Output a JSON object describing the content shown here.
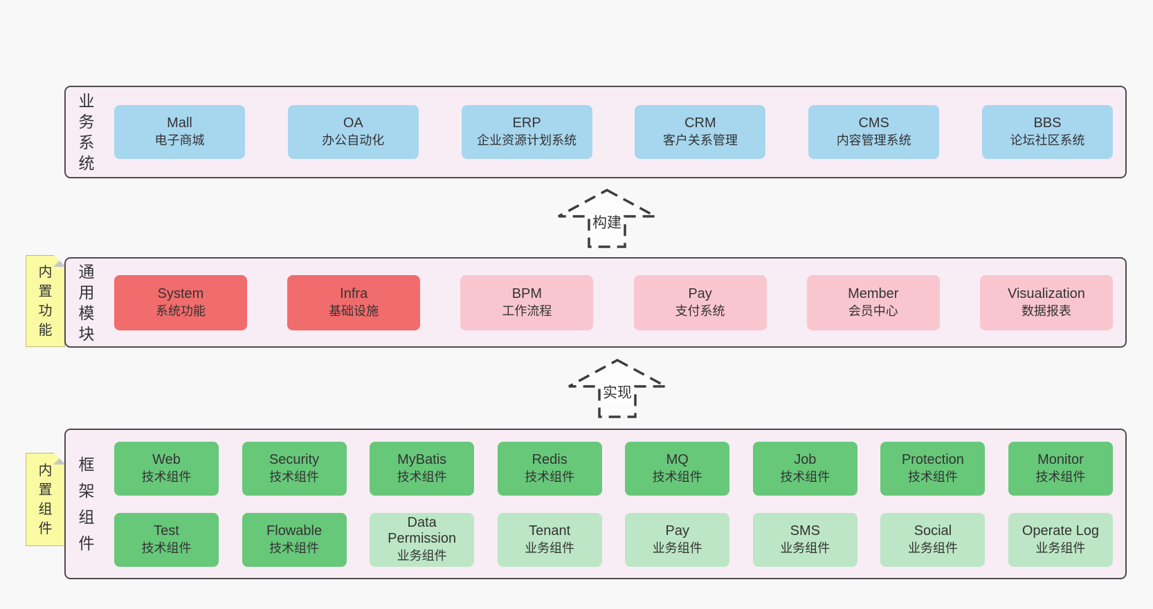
{
  "colors": {
    "page_bg": "#f8f8f8",
    "panel_bg": "#f8edf5",
    "panel_border": "#4b4b4b",
    "blue": "#a7d7ef",
    "red": "#f16c6c",
    "pink": "#f9c6cf",
    "green": "#67c87a",
    "light_green": "#bce6c5",
    "note_bg": "#fafaa3",
    "arrow_fill": "#fcfcfc",
    "arrow_stroke": "#3d3d3d"
  },
  "arrows": [
    {
      "label": "构建"
    },
    {
      "label": "实现"
    }
  ],
  "stickies": [
    {
      "label": "内\n置\n功\n能"
    },
    {
      "label": "内\n置\n组\n件"
    }
  ],
  "sections": {
    "business": {
      "label": "业\n务\n系\n统",
      "boxes": [
        {
          "title": "Mall",
          "subtitle": "电子商城"
        },
        {
          "title": "OA",
          "subtitle": "办公自动化"
        },
        {
          "title": "ERP",
          "subtitle": "企业资源计划系统"
        },
        {
          "title": "CRM",
          "subtitle": "客户关系管理"
        },
        {
          "title": "CMS",
          "subtitle": "内容管理系统"
        },
        {
          "title": "BBS",
          "subtitle": "论坛社区系统"
        }
      ]
    },
    "common": {
      "label": "通\n用\n模\n块",
      "boxes": [
        {
          "title": "System",
          "subtitle": "系统功能"
        },
        {
          "title": "Infra",
          "subtitle": "基础设施"
        },
        {
          "title": "BPM",
          "subtitle": "工作流程"
        },
        {
          "title": "Pay",
          "subtitle": "支付系统"
        },
        {
          "title": "Member",
          "subtitle": "会员中心"
        },
        {
          "title": "Visualization",
          "subtitle": "数据报表"
        }
      ]
    },
    "framework": {
      "label": "框\n架\n组\n件",
      "rows": [
        [
          {
            "title": "Web",
            "subtitle": "技术组件"
          },
          {
            "title": "Security",
            "subtitle": "技术组件"
          },
          {
            "title": "MyBatis",
            "subtitle": "技术组件"
          },
          {
            "title": "Redis",
            "subtitle": "技术组件"
          },
          {
            "title": "MQ",
            "subtitle": "技术组件"
          },
          {
            "title": "Job",
            "subtitle": "技术组件"
          },
          {
            "title": "Protection",
            "subtitle": "技术组件"
          },
          {
            "title": "Monitor",
            "subtitle": "技术组件"
          }
        ],
        [
          {
            "title": "Test",
            "subtitle": "技术组件"
          },
          {
            "title": "Flowable",
            "subtitle": "技术组件"
          },
          {
            "title": "Data Permission",
            "subtitle": "业务组件"
          },
          {
            "title": "Tenant",
            "subtitle": "业务组件"
          },
          {
            "title": "Pay",
            "subtitle": "业务组件"
          },
          {
            "title": "SMS",
            "subtitle": "业务组件"
          },
          {
            "title": "Social",
            "subtitle": "业务组件"
          },
          {
            "title": "Operate Log",
            "subtitle": "业务组件"
          }
        ]
      ]
    }
  }
}
